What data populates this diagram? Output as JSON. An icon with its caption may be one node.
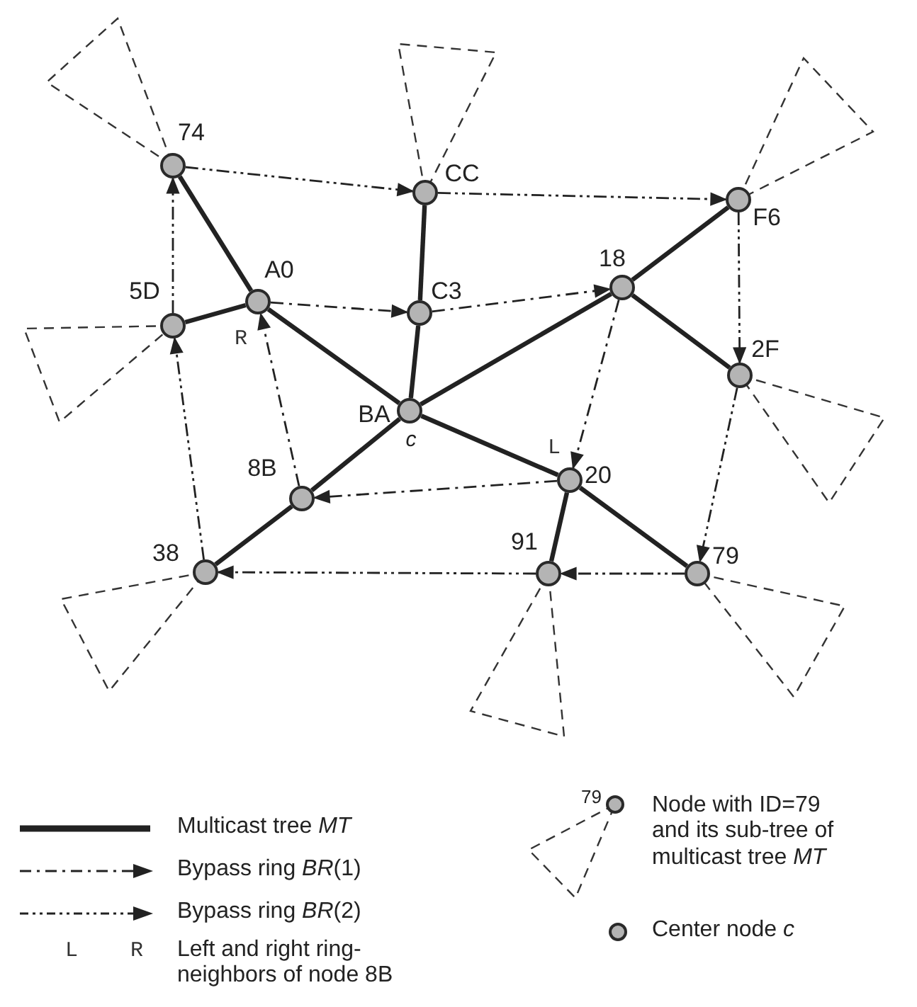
{
  "diagram": {
    "nodes": [
      {
        "text": [
          "74"
        ]
      },
      {
        "text": [
          "CC"
        ]
      },
      {
        "text": [
          "F6"
        ]
      },
      {
        "text": [
          "5D"
        ]
      },
      {
        "text": [
          "A0"
        ],
        "beside": [
          "R"
        ]
      },
      {
        "text": [
          "C3"
        ]
      },
      {
        "text": [
          "18"
        ]
      },
      {
        "text": [
          "2F"
        ]
      },
      {
        "text": [
          "BA"
        ],
        "beside": [
          "c"
        ]
      },
      {
        "text": [
          "8B"
        ]
      },
      {
        "text": [
          "20"
        ],
        "beside": [
          "L"
        ]
      },
      {
        "text": [
          "91"
        ]
      },
      {
        "text": [
          "79"
        ]
      },
      {
        "text": [
          "38"
        ]
      }
    ],
    "edges": [
      {
        "from": 8,
        "to": 4,
        "arrow": "none",
        "style": "thick"
      },
      {
        "from": 4,
        "to": 0,
        "arrow": "none",
        "style": "thick"
      },
      {
        "from": 4,
        "to": 3,
        "arrow": "none",
        "style": "thick"
      },
      {
        "from": 8,
        "to": 5,
        "arrow": "none",
        "style": "thick"
      },
      {
        "from": 5,
        "to": 1,
        "arrow": "none",
        "style": "thick"
      },
      {
        "from": 8,
        "to": 6,
        "arrow": "none",
        "style": "thick"
      },
      {
        "from": 6,
        "to": 2,
        "arrow": "none",
        "style": "thick"
      },
      {
        "from": 6,
        "to": 7,
        "arrow": "none",
        "style": "thick"
      },
      {
        "from": 8,
        "to": 10,
        "arrow": "none",
        "style": "thick"
      },
      {
        "from": 10,
        "to": 11,
        "arrow": "none",
        "style": "thick"
      },
      {
        "from": 10,
        "to": 12,
        "arrow": "none",
        "style": "thick"
      },
      {
        "from": 8,
        "to": 9,
        "arrow": "none",
        "style": "thick"
      },
      {
        "from": 9,
        "to": 13,
        "arrow": "none",
        "style": "thick"
      },
      {
        "from": 4,
        "to": 5,
        "arrow": "to",
        "style": "dashed"
      },
      {
        "from": 5,
        "to": 6,
        "arrow": "to",
        "style": "dashed"
      },
      {
        "from": 6,
        "to": 10,
        "arrow": "to",
        "style": "dashed"
      },
      {
        "from": 10,
        "to": 9,
        "arrow": "to",
        "style": "dashed"
      },
      {
        "from": 9,
        "to": 4,
        "arrow": "to",
        "style": "dashed"
      },
      {
        "from": 0,
        "to": 1,
        "arrow": "to",
        "style": "dashed"
      },
      {
        "from": 1,
        "to": 2,
        "arrow": "to",
        "style": "dashed"
      },
      {
        "from": 2,
        "to": 7,
        "arrow": "to",
        "style": "dashed"
      },
      {
        "from": 7,
        "to": 12,
        "arrow": "to",
        "style": "dashed"
      },
      {
        "from": 12,
        "to": 11,
        "arrow": "to",
        "style": "dashed"
      },
      {
        "from": 11,
        "to": 13,
        "arrow": "to",
        "style": "dashed"
      },
      {
        "from": 13,
        "to": 3,
        "arrow": "to",
        "style": "dashed"
      },
      {
        "from": 3,
        "to": 0,
        "arrow": "to",
        "style": "dashed"
      }
    ],
    "labels": [
      "L",
      "R",
      "79"
    ],
    "legend": [
      {
        "text": "Multicast tree *MT*"
      },
      {
        "text": "Bypass ring *BR*(1)"
      },
      {
        "text": "Bypass ring *BR*(2)"
      },
      {
        "text": "Left and right ring-neighbors of node 8B"
      },
      {
        "text": "Node with ID=79 and its sub-tree of multicast tree *MT*"
      },
      {
        "text": "Center node *c*"
      }
    ]
  }
}
